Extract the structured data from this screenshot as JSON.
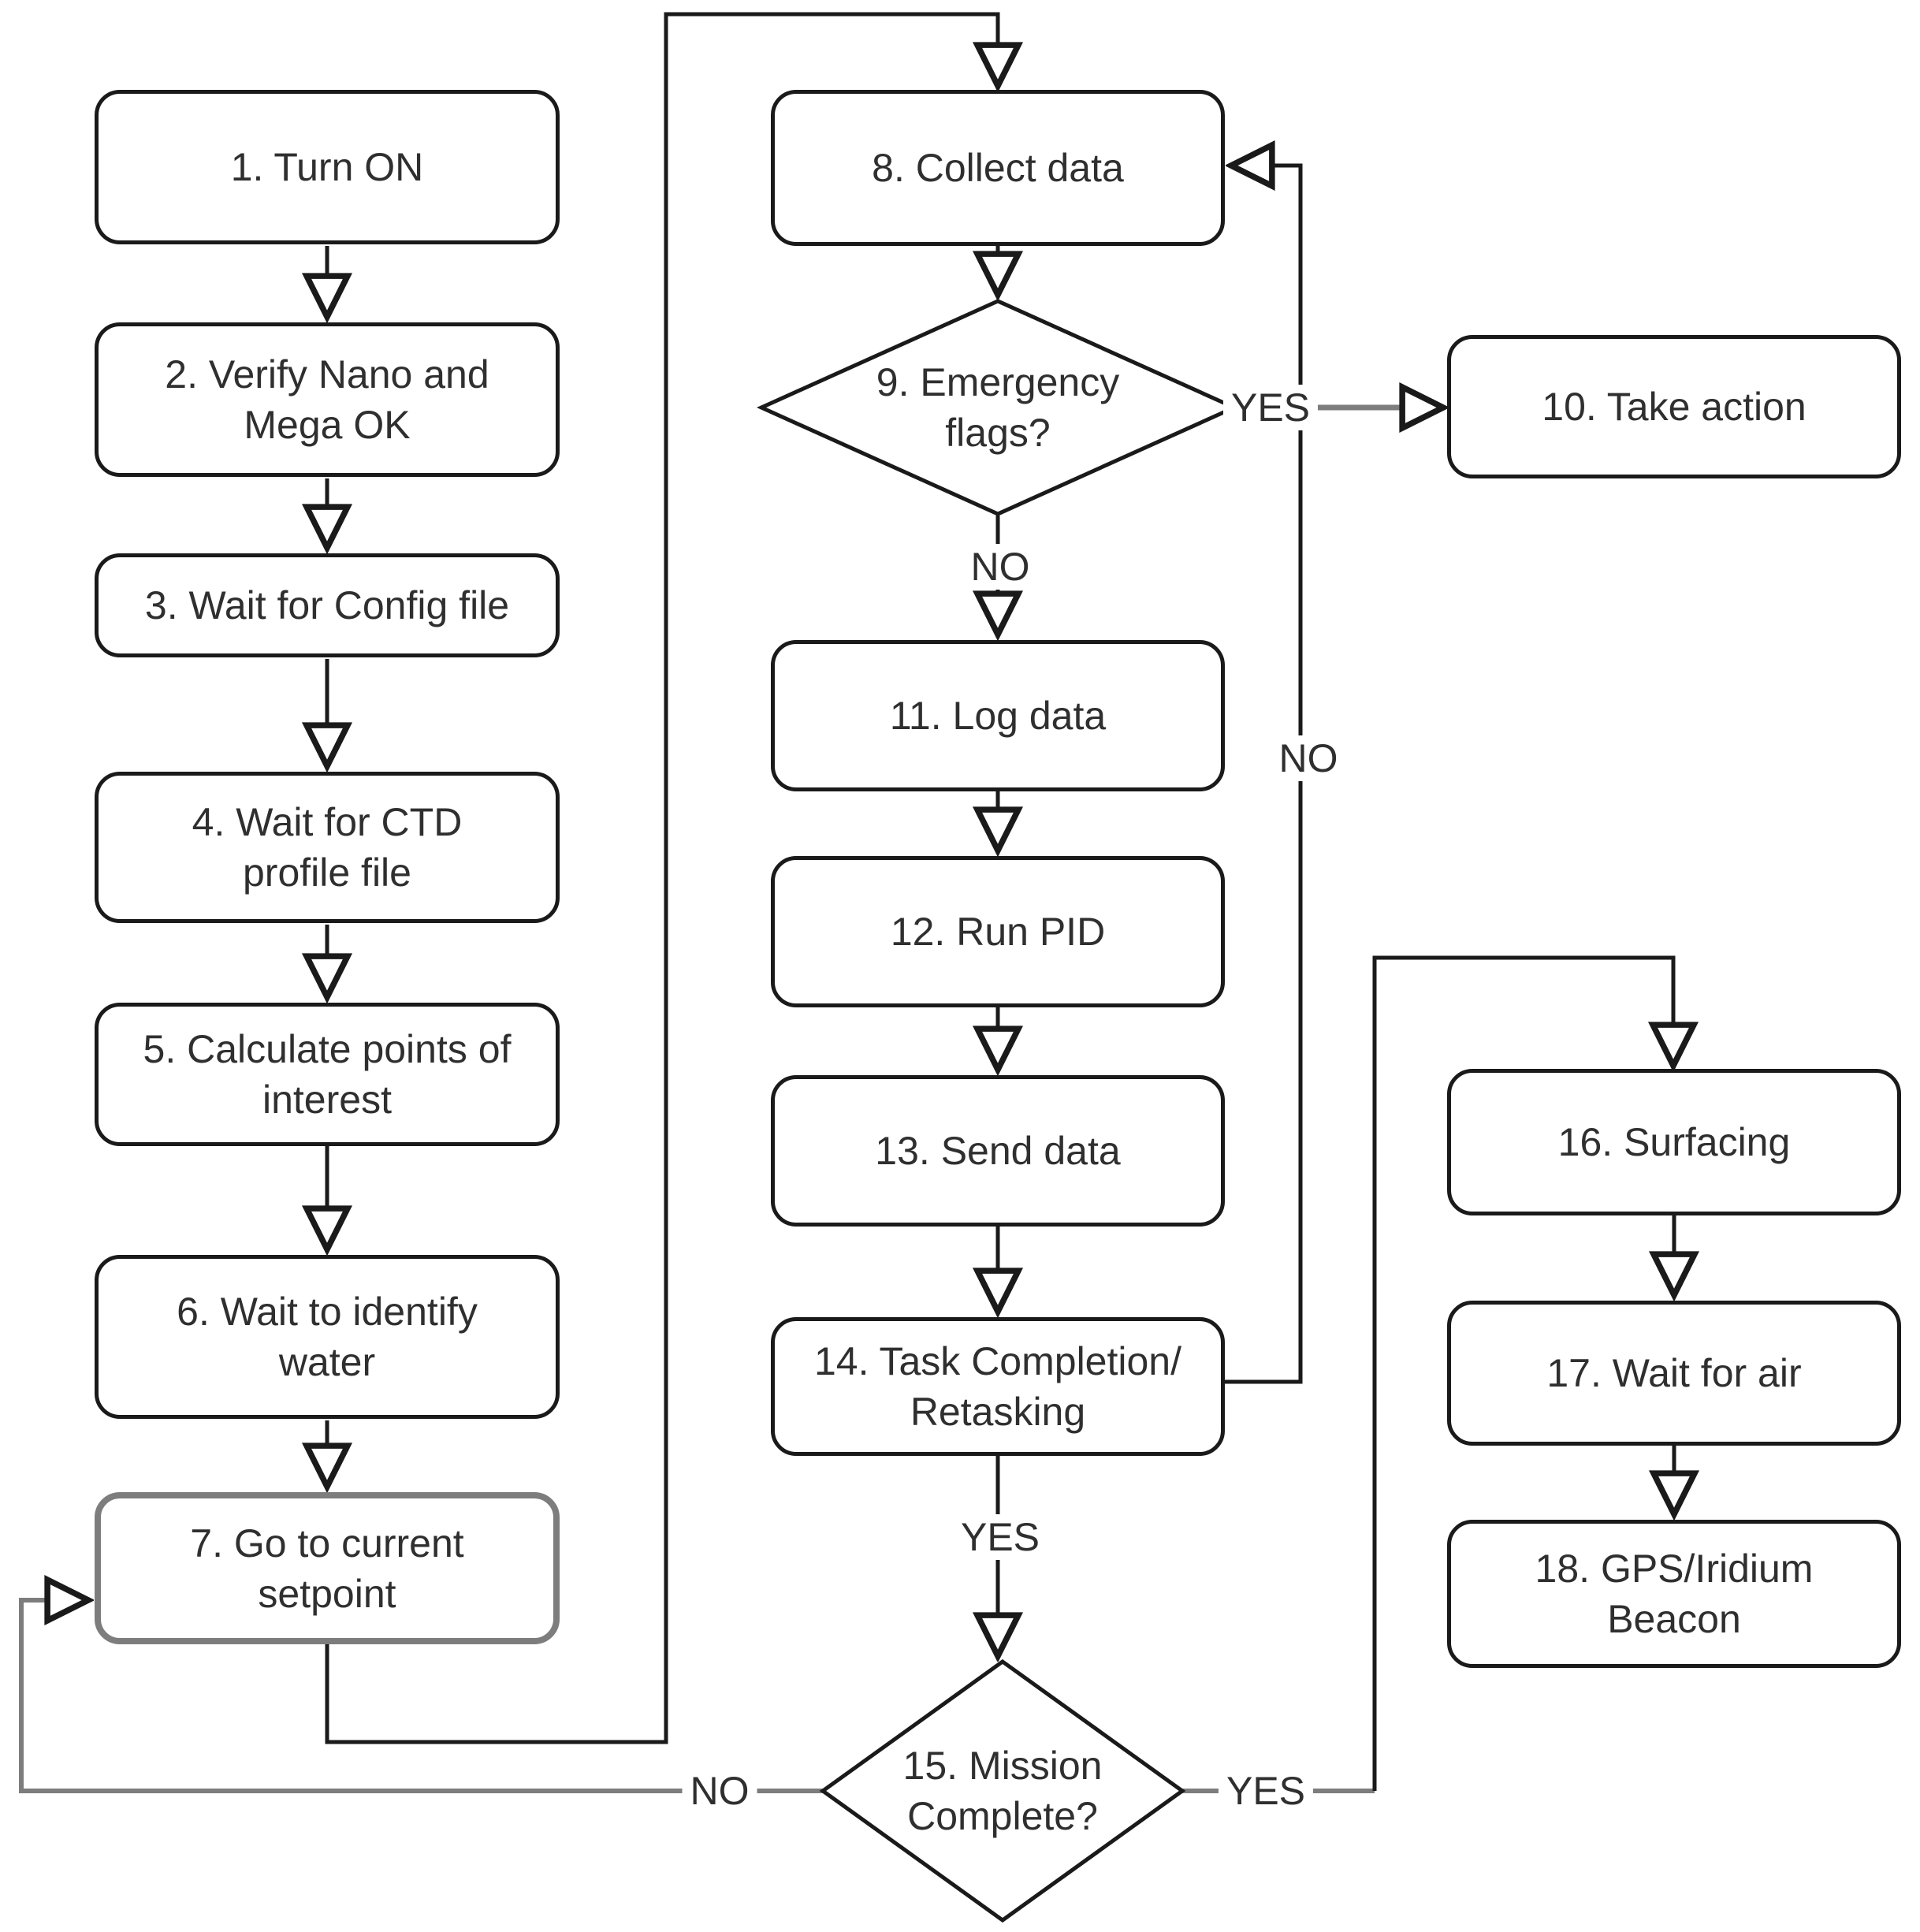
{
  "diagram": {
    "type": "flowchart",
    "nodes": {
      "n1": {
        "label": "1. Turn ON"
      },
      "n2": {
        "label": "2. Verify Nano and\nMega OK"
      },
      "n3": {
        "label": "3. Wait for Config file"
      },
      "n4": {
        "label": "4. Wait for CTD\nprofile file"
      },
      "n5": {
        "label": "5. Calculate points of\ninterest"
      },
      "n6": {
        "label": "6. Wait to identify\nwater"
      },
      "n7": {
        "label": "7. Go to current\nsetpoint"
      },
      "n8": {
        "label": "8. Collect data"
      },
      "n9": {
        "label": "9. Emergency\nflags?",
        "shape": "decision"
      },
      "n10": {
        "label": "10. Take action"
      },
      "n11": {
        "label": "11. Log data"
      },
      "n12": {
        "label": "12. Run PID"
      },
      "n13": {
        "label": "13. Send data"
      },
      "n14": {
        "label": "14. Task Completion/\nRetasking"
      },
      "n15": {
        "label": "15. Mission\nComplete?",
        "shape": "decision"
      },
      "n16": {
        "label": "16. Surfacing"
      },
      "n17": {
        "label": "17. Wait for air"
      },
      "n18": {
        "label": "18. GPS/Iridium\nBeacon"
      }
    },
    "edge_labels": {
      "e9_yes": "YES",
      "e9_no": "NO",
      "e14_no": "NO",
      "e14_yes": "YES",
      "e15_no": "NO",
      "e15_yes": "YES"
    },
    "colors": {
      "line": "#1a1a1a",
      "muted_line": "#7d7d7d",
      "text": "#2f2f2f",
      "background": "#ffffff"
    }
  }
}
